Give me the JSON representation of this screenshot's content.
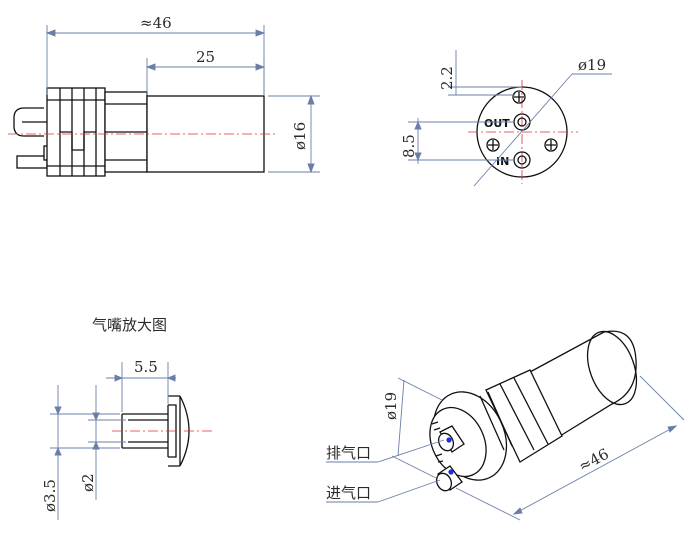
{
  "side_view": {
    "dim_length": "≈46",
    "dim_body": "25",
    "dim_diameter": "ø16"
  },
  "front_view": {
    "dim_diameter": "ø19",
    "dim_top_offset": "2.2",
    "dim_port_spacing": "8.5",
    "port_out": "OUT",
    "port_in": "IN"
  },
  "detail_view": {
    "title": "气嘴放大图",
    "dim_length": "5.5",
    "dim_outer": "ø3.5",
    "dim_inner": "ø2"
  },
  "iso_view": {
    "dim_diameter": "ø19",
    "dim_length": "≈46",
    "label_exhaust": "排气口",
    "label_intake": "进气口"
  },
  "colors": {
    "outline": "#111111",
    "dimension": "#6a7fa8",
    "centerline": "#dd3333",
    "port_dot": "#1b2fd6"
  }
}
